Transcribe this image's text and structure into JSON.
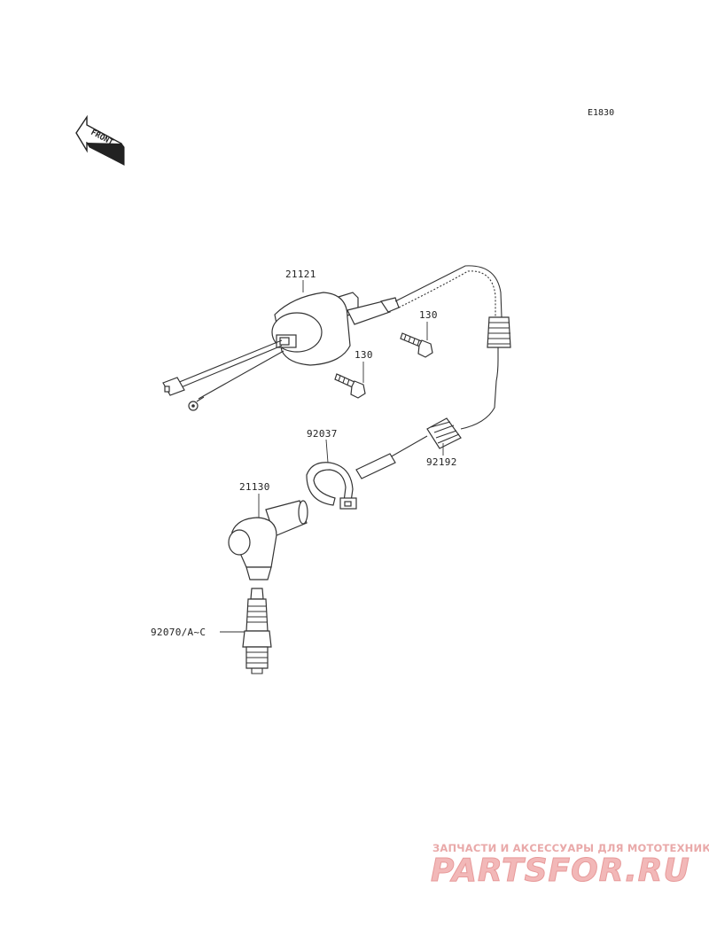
{
  "diagram": {
    "code": "E1830",
    "front_label": "FRONT",
    "parts": [
      {
        "ref": "21121"
      },
      {
        "ref": "130"
      },
      {
        "ref": "130"
      },
      {
        "ref": "92037"
      },
      {
        "ref": "92192"
      },
      {
        "ref": "21130"
      },
      {
        "ref": "92070/A~C"
      }
    ]
  },
  "watermark": {
    "subtitle": "ЗАПЧАСТИ И АКСЕССУАРЫ ДЛЯ МОТОТЕХНИКИ",
    "logo_text": "PARTSFOR.RU"
  }
}
